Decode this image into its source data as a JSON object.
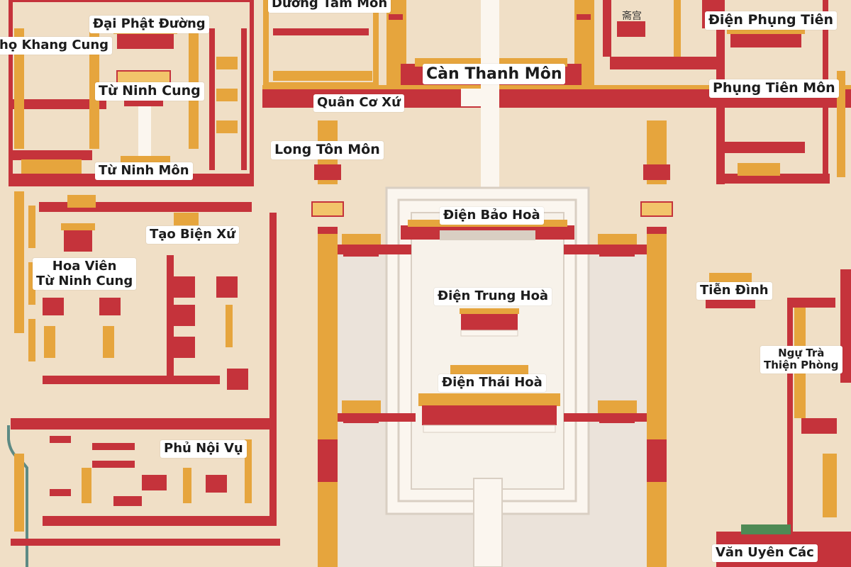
{
  "labels": {
    "duong_tam_mon": "Dưỡng Tâm Môn",
    "dai_phat_duong": "Đại Phật Đường",
    "tho_khang_cung": "họ Khang Cung",
    "dien_phung_tien": "Điện Phụng Tiên",
    "can_thanh_mon": "Càn Thanh Môn",
    "tu_ninh_cung": "Từ Ninh Cung",
    "quan_co_xu": "Quân Cơ Xứ",
    "phung_tien_mon": "Phụng Tiên Môn",
    "long_ton_mon": "Long Tôn Môn",
    "tu_ninh_mon": "Từ Ninh Môn",
    "dien_bao_hoa": "Điện Bảo Hoà",
    "tao_bien_xu": "Tạo Biện Xứ",
    "hoa_vien_line1": "Hoa Viên",
    "hoa_vien_line2": "Từ Ninh Cung",
    "tien_dinh": "Tiễn Đình",
    "dien_trung_hoa": "Điện Trung Hoà",
    "ngu_tra_line1": "Ngự Trà",
    "ngu_tra_line2": "Thiện Phòng",
    "dien_thai_hoa": "Điện Thái Hoà",
    "phu_noi_vu": "Phủ Nội Vụ",
    "van_uyen_cac": "Văn Uyên Các"
  },
  "signs": {
    "zhai_gong": "斋宫"
  },
  "colors": {
    "ground": "#f0dfc6",
    "plaza": "#f6ead9",
    "wall_red": "#c5333b",
    "roof_gold": "#e6a53d",
    "roof_light": "#f2c46a",
    "marble": "#fbf6ef",
    "moat": "#5d8a84"
  }
}
